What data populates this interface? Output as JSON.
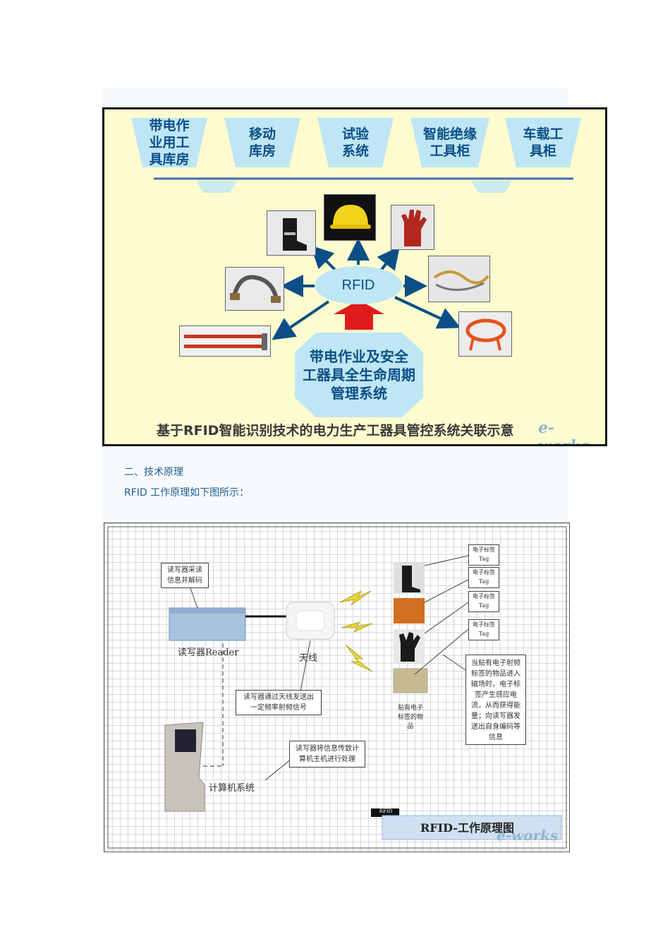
{
  "figure1": {
    "categories": [
      "带电作\n业用工\n具库房",
      "移动\n库房",
      "试验\n系统",
      "智能绝缘\n工具柜",
      "车载工\n具柜"
    ],
    "center_label": "RFID",
    "system_label": "带电作业及安全\n工器具全生命周期\n管理系统",
    "caption": "基于RFID智能识别技术的电力生产工器具管控系统关联示意",
    "watermark": "e-works"
  },
  "section_heading": "二、技术原理",
  "intro_text": "RFID 工作原理如下图所示：",
  "figure2": {
    "reader_note": "读写器采读\n信息并解码",
    "reader_label": "读写器Reader",
    "antenna_label": "天线",
    "antenna_note": "读写器通过天线发送出\n一定频率射频信号",
    "computer_note": "读写器将信息传致计\n算机主机进行处理",
    "computer_label": "计算机系统",
    "tag_label": "电子标签\nTag",
    "items_label": "贴有电子\n标签的物\n品",
    "explain_note": "当贴有电子射频\n标签的物品进入\n磁场时，电子标\n签产生感应电\n流，从而获得能\n量；向读写器发\n送出自身编码等\n信息",
    "title_tag": "RFID",
    "title": "RFID-工作原理图",
    "watermark": "e-works"
  }
}
